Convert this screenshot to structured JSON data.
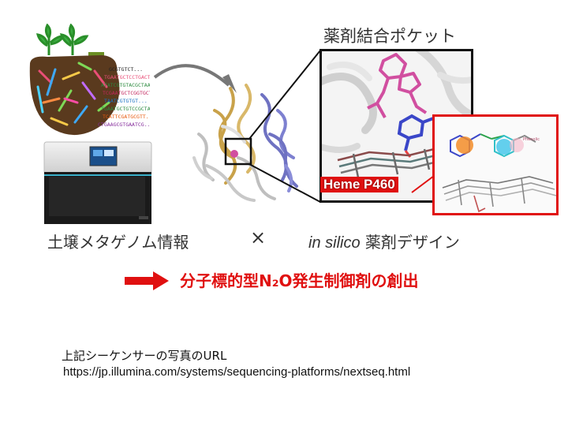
{
  "figure": {
    "pocket_title": "薬剤結合ポケット",
    "heme_label": "Heme P460",
    "label_soil": "土壌メタゲノム情報",
    "label_times": "×",
    "label_insilico_italic": "in silico",
    "label_insilico_rest": " 薬剤デザイン",
    "goal_text": "分子標的型N₂O発生制御剤の創出",
    "dna_lines": [
      "GCGTGTCT...",
      "TGAATGCTCCTGACT...",
      "ATATCGTGTACGCTAATCG...",
      "TCGAATGCTCGGTGCT...",
      "TAATCGTGTGT...",
      "TGAATGCTGTCCGCTAATCG...",
      "TCATTCGATGCGTT...",
      "CTGAAGCGTGAATCG..."
    ],
    "inset_small_label": "Phenolic"
  },
  "caption": {
    "line1": "上記シーケンサーの写真のURL",
    "line2": "https://jp.illumina.com/systems/sequencing-platforms/nextseq.html"
  },
  "colors": {
    "accent_red": "#e01010",
    "soil": "#5a3a1e",
    "protein_gold": "#c9a24a",
    "protein_blue": "#6f72c2"
  }
}
